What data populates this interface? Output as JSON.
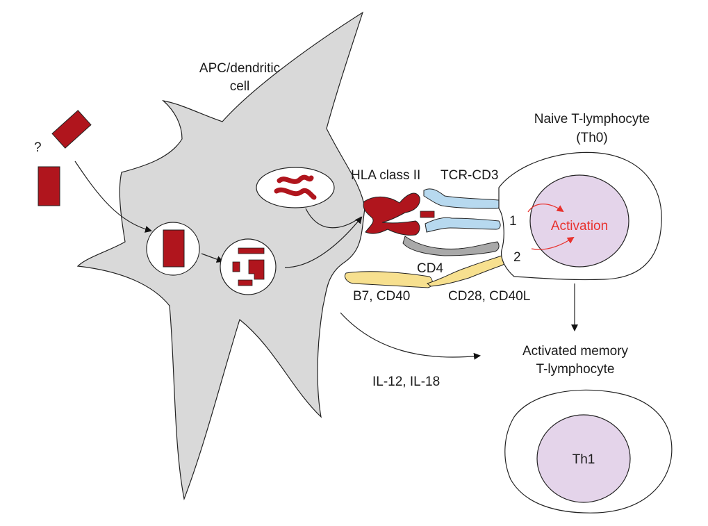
{
  "labels": {
    "apc_line1": "APC/dendritic",
    "apc_line2": "cell",
    "question": "?",
    "hla": "HLA class II",
    "tcr": "TCR-CD3",
    "cd4": "CD4",
    "b7": "B7, CD40",
    "cd28": "CD28, CD40L",
    "il": "IL-12, IL-18",
    "naive_line1": "Naive T-lymphocyte",
    "naive_line2": "(Th0)",
    "signal1": "1",
    "signal2": "2",
    "activation": "Activation",
    "memory_line1": "Activated memory",
    "memory_line2": "T-lymphocyte",
    "th1": "Th1"
  },
  "colors": {
    "apc_fill": "#d9d9d9",
    "antigen": "#b0151d",
    "tcr": "#b7d9ef",
    "cd4": "#a9a9a9",
    "costim": "#f7e08f",
    "nucleus": "#e4d4ea",
    "activation": "#e8322e"
  }
}
